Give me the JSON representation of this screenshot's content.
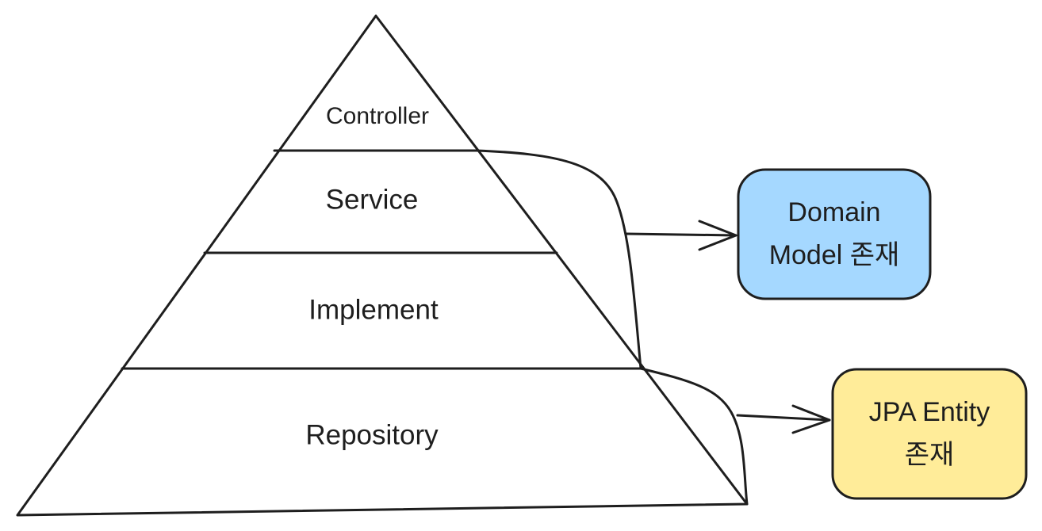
{
  "pyramid": {
    "layers": [
      {
        "label": "Controller"
      },
      {
        "label": "Service"
      },
      {
        "label": "Implement"
      },
      {
        "label": "Repository"
      }
    ]
  },
  "callouts": {
    "domain_model": {
      "lines": [
        "Domain",
        "Model 존재"
      ],
      "color": "#a5d8ff"
    },
    "jpa_entity": {
      "lines": [
        "JPA Entity",
        "존재"
      ],
      "color": "#ffec99"
    }
  },
  "colors": {
    "stroke": "#1e1e1e",
    "background": "#ffffff"
  }
}
